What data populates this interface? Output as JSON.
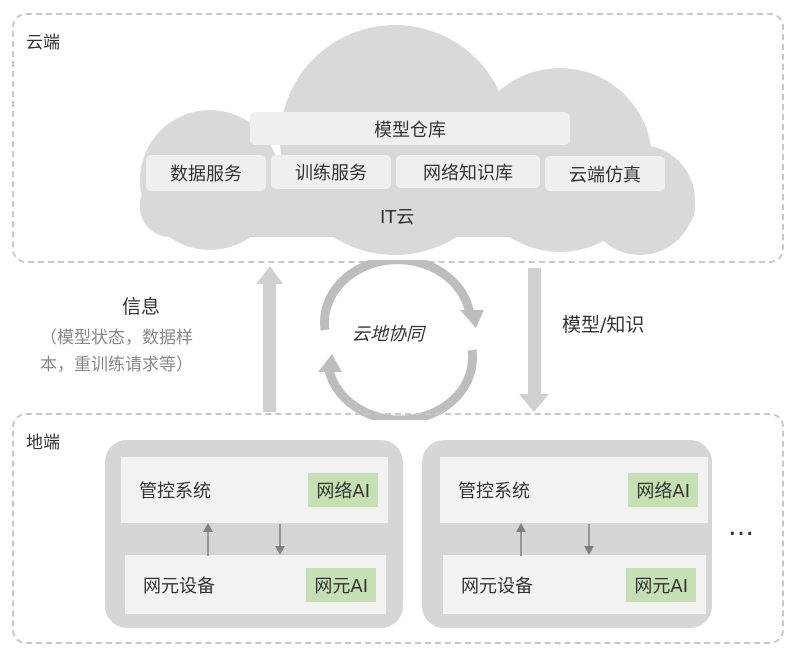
{
  "cloud_side": {
    "label": "云端",
    "cloud_name": "IT云",
    "model_warehouse": "模型仓库",
    "services": [
      "数据服务",
      "训练服务",
      "网络知识库",
      "云端仿真"
    ]
  },
  "middle": {
    "info_title": "信息",
    "info_line1": "（模型状态，数据样",
    "info_line2": "本，重训练请求等）",
    "cycle_label": "云地协同",
    "down_label": "模型/知识"
  },
  "ground_side": {
    "label": "地端",
    "groups": [
      {
        "top": "管控系统",
        "top_tag": "网络AI",
        "bottom": "网元设备",
        "bottom_tag": "网元AI"
      },
      {
        "top": "管控系统",
        "top_tag": "网络AI",
        "bottom": "网元设备",
        "bottom_tag": "网元AI"
      }
    ],
    "more": "…"
  },
  "colors": {
    "green_tag": "#c5e0b3",
    "cloud": "#d9d9d9",
    "group": "#d6d6d6"
  }
}
